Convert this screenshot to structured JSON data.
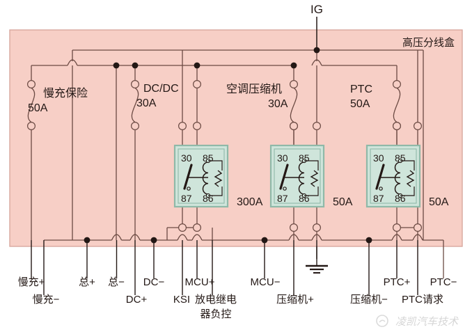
{
  "diagram": {
    "title": "高压分线盒",
    "type": "automotive-wiring-schematic",
    "colors": {
      "box_fill": "#f7cfc6",
      "box_border": "#d9a99f",
      "wire": "#231815",
      "wire_light": "#6b4a43",
      "relay_fill": "#cfe5db",
      "relay_border": "#8fb9a8",
      "node": "#231815",
      "text": "#231815",
      "background": "#ffffff"
    }
  },
  "top": {
    "ig_label": "IG",
    "enclosure_label": "高压分线盒"
  },
  "fuses": [
    {
      "name": "慢充保险",
      "rating": "50A"
    },
    {
      "name": "DC/DC",
      "rating": "30A"
    },
    {
      "name": "空调压缩机",
      "rating": "30A"
    },
    {
      "name": "PTC",
      "rating": "50A"
    }
  ],
  "relays": [
    {
      "terminals": {
        "t30": "30",
        "t85": "85",
        "t87": "87",
        "t86": "86"
      },
      "rating": "300A"
    },
    {
      "terminals": {
        "t30": "30",
        "t85": "85",
        "t87": "87",
        "t86": "86"
      },
      "rating": "50A"
    },
    {
      "terminals": {
        "t30": "30",
        "t85": "85",
        "t87": "87",
        "t86": "86"
      },
      "rating": "50A"
    }
  ],
  "terminals_upper_row": [
    {
      "label": "慢充+"
    },
    {
      "label": "总+"
    },
    {
      "label": "总−"
    },
    {
      "label": "DC−"
    },
    {
      "label": "MCU+"
    },
    {
      "label": "MCU−"
    },
    {
      "label": "PTC+"
    },
    {
      "label": "PTC−"
    }
  ],
  "terminals_lower_row": [
    {
      "label": "慢充−"
    },
    {
      "label": "DC+"
    },
    {
      "label": "KSI"
    },
    {
      "label": "放电继电"
    },
    {
      "label": "器负控"
    },
    {
      "label": "压缩机+"
    },
    {
      "label": "压缩机−"
    },
    {
      "label": "PTC请求"
    }
  ],
  "ground": {
    "name": "chassis-ground",
    "symbol": "earth"
  },
  "watermark": {
    "text": "凌凯汽车技术"
  }
}
